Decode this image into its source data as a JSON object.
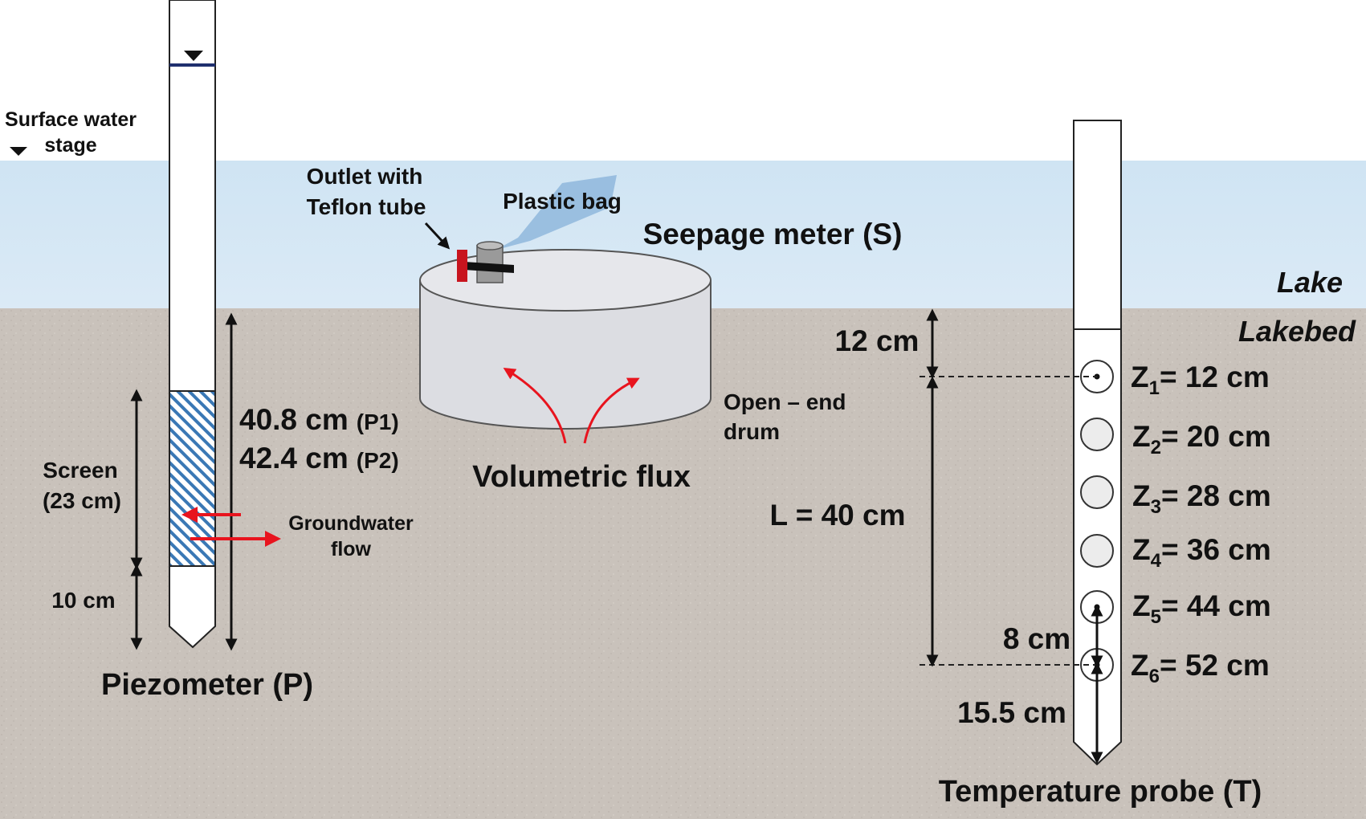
{
  "labels": {
    "surface_water_stage_line1": "Surface water",
    "surface_water_stage_line2": "stage",
    "outlet_line1": "Outlet with",
    "outlet_line2": "Teflon tube",
    "plastic_bag": "Plastic bag",
    "seepage_meter": "Seepage meter (S)",
    "lake": "Lake",
    "lakebed": "Lakebed",
    "open_end_drum_line1": "Open – end",
    "open_end_drum_line2": "drum",
    "volumetric_flux": "Volumetric flux",
    "screen_line1": "Screen",
    "screen_line2": "(23 cm)",
    "ten_cm": "10 cm",
    "p1_length": "40.8 cm",
    "p1_tag": "(P1)",
    "p2_length": "42.4 cm",
    "p2_tag": "(P2)",
    "groundwater_line1": "Groundwater",
    "groundwater_line2": "flow",
    "piezometer": "Piezometer (P)",
    "twelve_cm": "12 cm",
    "l_length": "L = 40 cm",
    "eight_cm": "8 cm",
    "fifteen_cm": "15.5 cm",
    "temperature_probe": "Temperature probe (T)"
  },
  "sensors": [
    {
      "symbol": "Z",
      "index": "1",
      "text": "= 12 cm"
    },
    {
      "symbol": "Z",
      "index": "2",
      "text": "= 20 cm"
    },
    {
      "symbol": "Z",
      "index": "3",
      "text": "= 28 cm"
    },
    {
      "symbol": "Z",
      "index": "4",
      "text": "= 36 cm"
    },
    {
      "symbol": "Z",
      "index": "5",
      "text": "= 44 cm"
    },
    {
      "symbol": "Z",
      "index": "6",
      "text": "= 52 cm"
    }
  ],
  "colors": {
    "water": "#d2e6f3",
    "sediment": "#c9c2bb",
    "drum": "#dcdde2",
    "flow_arrow": "#e8141e",
    "outlet_valve": "#c8141e",
    "plastic_bag": "#8fb7dc",
    "screen_hatch": "#3a78b5",
    "water_level_line": "#1f2f6e"
  }
}
